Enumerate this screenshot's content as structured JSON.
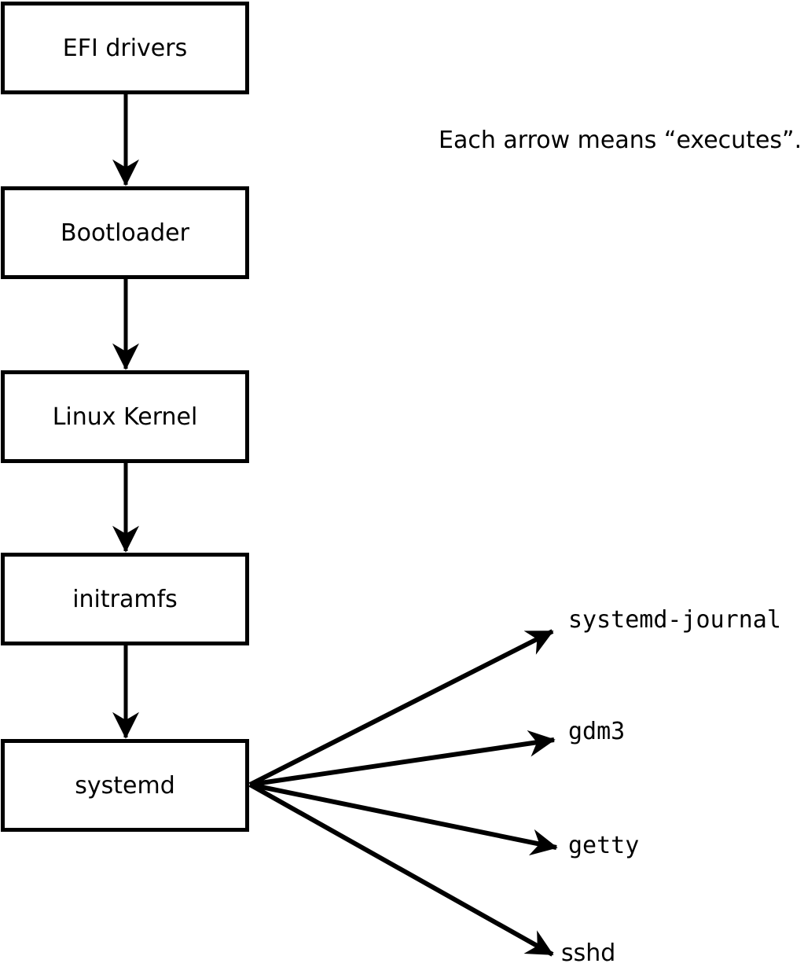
{
  "diagram": {
    "caption": "Each arrow means “executes”.",
    "chain": [
      {
        "label": "EFI drivers"
      },
      {
        "label": "Bootloader"
      },
      {
        "label": "Linux Kernel"
      },
      {
        "label": "initramfs"
      },
      {
        "label": "systemd"
      }
    ],
    "spawned": [
      {
        "label": "systemd-journal"
      },
      {
        "label": "gdm3"
      },
      {
        "label": "getty"
      },
      {
        "label": "sshd"
      }
    ],
    "colors": {
      "bg": "#ffffff",
      "stroke": "#000000"
    }
  }
}
